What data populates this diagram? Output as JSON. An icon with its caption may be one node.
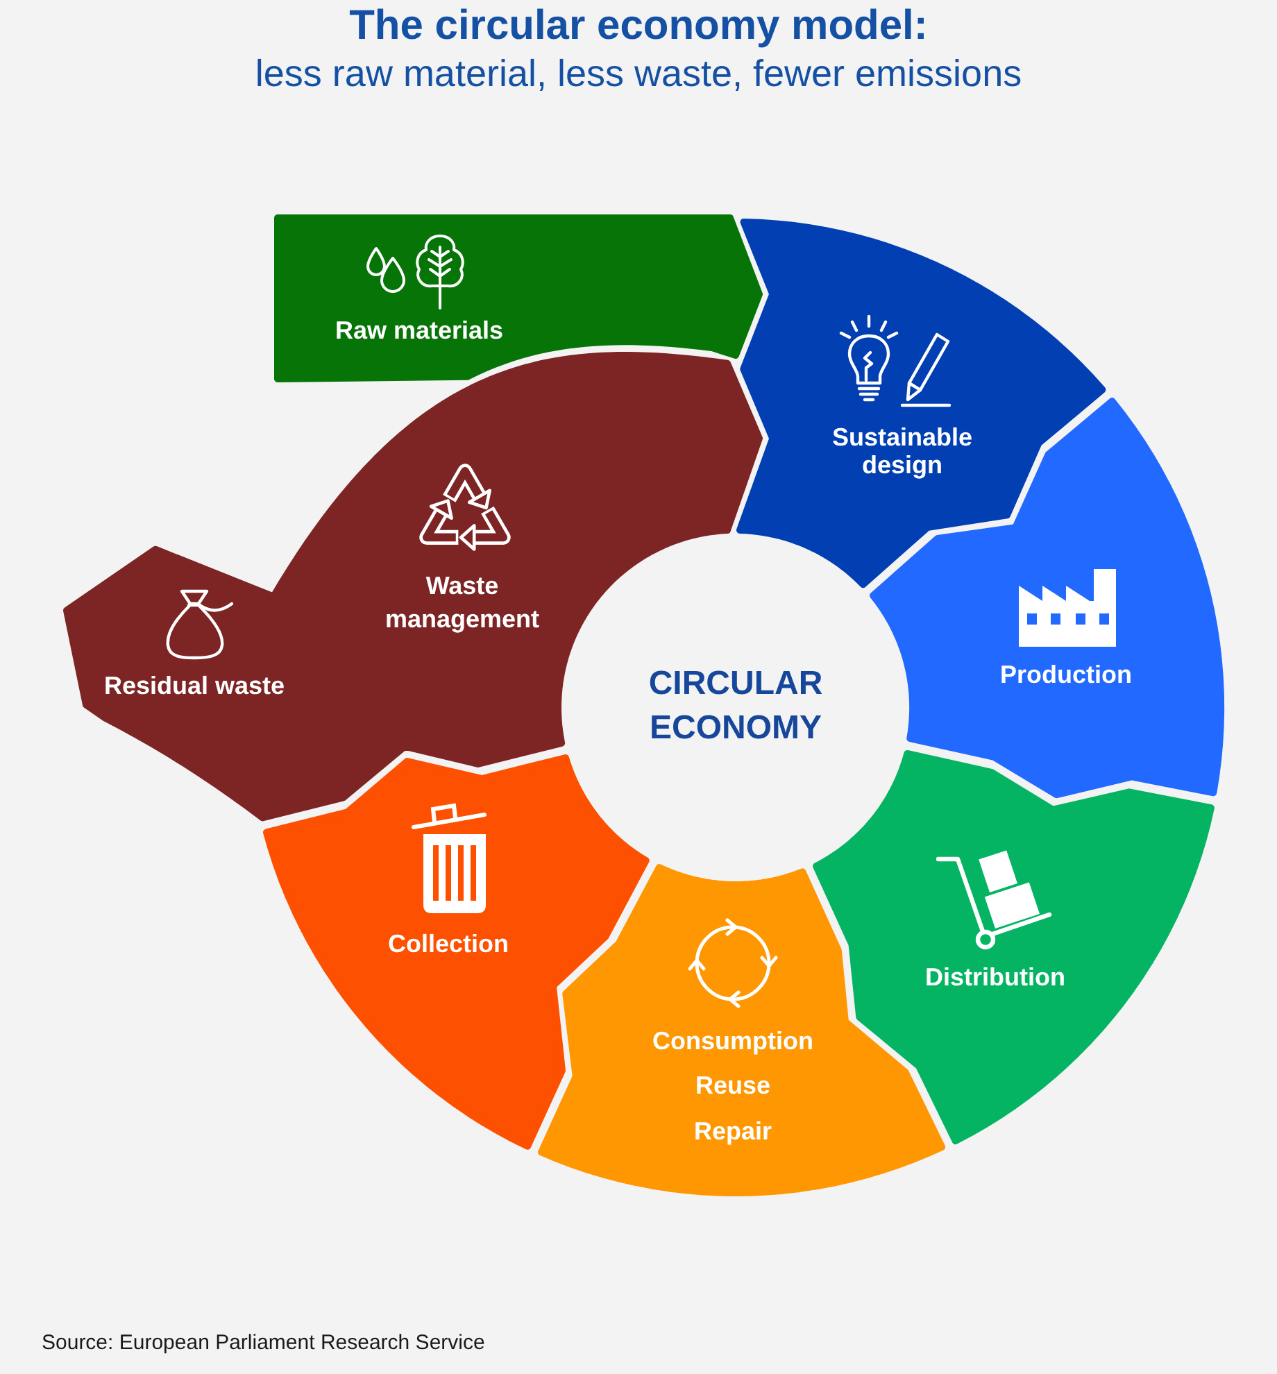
{
  "diagram": {
    "title": "**The circular economy model:** less raw material, less waste, fewer emissions",
    "nodes": [
      {
        "text": [
          "Raw materials"
        ]
      },
      {
        "text": [
          "Sustainable design"
        ]
      },
      {
        "text": [
          "Production"
        ]
      },
      {
        "text": [
          "Distribution"
        ]
      },
      {
        "text": [
          "Consumption",
          "Reuse",
          "Repair"
        ]
      },
      {
        "text": [
          "Collection"
        ]
      },
      {
        "text": [
          "Waste management",
          "Residual waste"
        ]
      }
    ],
    "labels": [
      "CIRCULAR ECONOMY",
      "Source: European Parliament Research Service"
    ]
  }
}
